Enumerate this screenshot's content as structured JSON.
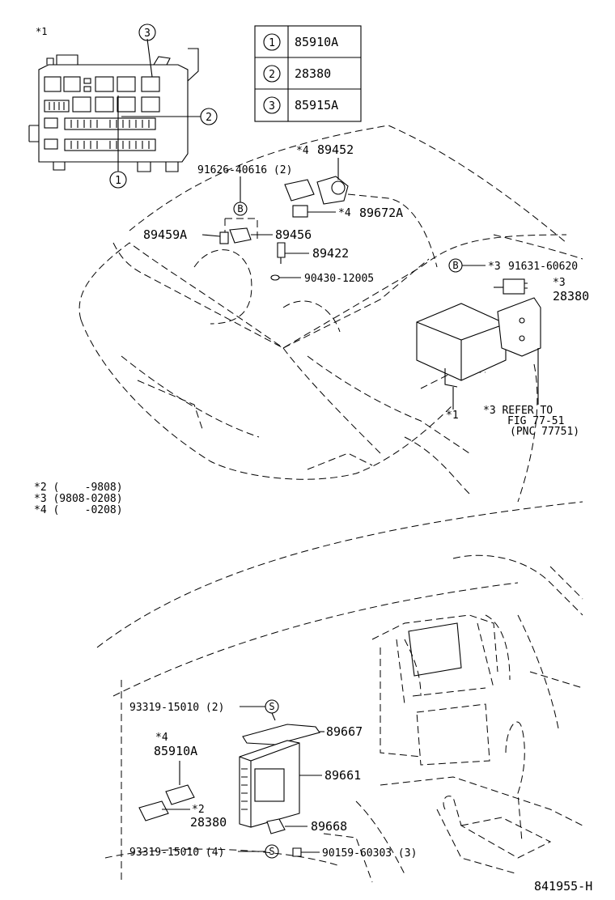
{
  "legend": {
    "rows": [
      {
        "index": "1",
        "part": "85910A"
      },
      {
        "index": "2",
        "part": "28380"
      },
      {
        "index": "3",
        "part": "85915A"
      }
    ]
  },
  "upper": {
    "relay_box_star": "*1",
    "callout_1": "1",
    "callout_2": "2",
    "callout_3": "3",
    "p89452_star": "*4",
    "p89452": "89452",
    "p91626": "91626-40616 (2)",
    "p89672a_star": "*4",
    "p89672a": "89672A",
    "p89459a": "89459A",
    "p89456": "89456",
    "p89422": "89422",
    "p90430": "90430-12005",
    "b1": "B",
    "b2": "B",
    "p91631_star": "*3",
    "p91631": "91631-60620",
    "p28380_star": "*3",
    "p28380": "28380",
    "ecu_star": "*1",
    "refer1": "*3 REFER TO",
    "refer2": "FIG 77-51",
    "refer3": "(PNC 77751)"
  },
  "notes": [
    "*2 (    -9808)",
    "*3 (9808-0208)",
    "*4 (    -0208)"
  ],
  "lower": {
    "p93319a": "93319-15010 (2)",
    "s1": "S",
    "p89667": "89667",
    "p85910a_star": "*4",
    "p85910a": "85910A",
    "p89661": "89661",
    "p28380_star": "*2",
    "p28380": "28380",
    "p89668": "89668",
    "p93319b": "93319-15010 (4)",
    "s2": "S",
    "p90159": "90159-60303 (3)"
  },
  "figure_id": "841955-H"
}
